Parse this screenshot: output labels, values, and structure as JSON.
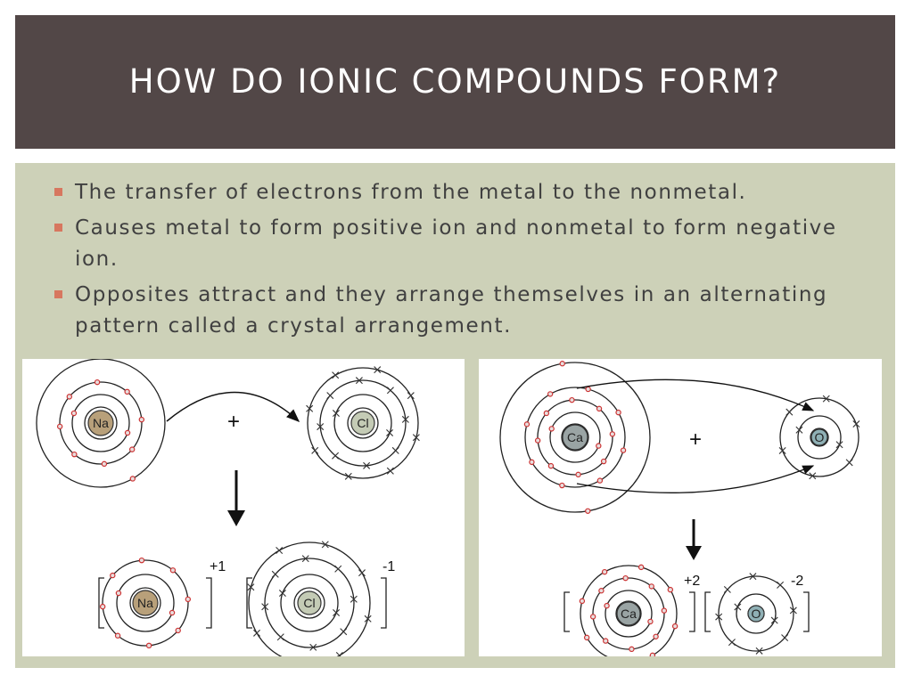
{
  "slide": {
    "title": "How do Ionic Compounds Form?",
    "bullets": [
      "The transfer of electrons from the metal to the nonmetal.",
      "Causes metal to form positive ion and nonmetal to form negative ion.",
      "Opposites attract and they arrange themselves in an alternating pattern called a crystal arrangement."
    ]
  },
  "colors": {
    "header_bg": "#524747",
    "panel_bg": "#cdd1b8",
    "bullet_marker": "#d7775f",
    "electron": "#cc3333",
    "na_nucleus": "#b8a07a",
    "cl_nucleus": "#c4cbb5",
    "ca_nucleus": "#9aa4a4",
    "o_nucleus": "#8fb0b5"
  },
  "diagram_nacl": {
    "metal_symbol": "Na",
    "nonmetal_symbol": "Cl",
    "plus_sign": "+",
    "cation_charge": "+1",
    "anion_charge": "-1"
  },
  "diagram_cao": {
    "metal_symbol": "Ca",
    "nonmetal_symbol": "O",
    "plus_sign": "+",
    "cation_charge": "+2",
    "anion_charge": "-2"
  }
}
